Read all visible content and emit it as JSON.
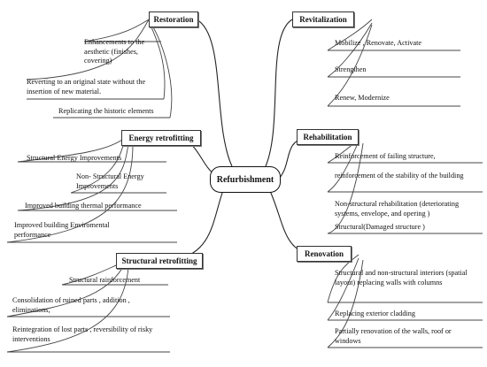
{
  "center": "Refurbishment",
  "categories": {
    "restoration": {
      "title": "Restoration",
      "items": [
        "Enhancements to the aesthetic (finishes, covering)",
        "Reverting to an original state without the insertion of new material.",
        "Replicating the historic elements"
      ]
    },
    "energy": {
      "title": "Energy retrofitting",
      "items": [
        "Structural Energy Improvements",
        "Non- Structural Energy Improvements",
        "Improved building thermal  performance",
        "Improved building Enviromental performance"
      ]
    },
    "structural": {
      "title": "Structural retrofitting",
      "items": [
        "Structural  rainforcement",
        "Consolidation of ruined parts , addition , eliminations,",
        "Reintegration of lost parts , reversibility of risky interventions"
      ]
    },
    "revitalization": {
      "title": "Revitalization",
      "items": [
        "Mobilize , Renovate, Activate",
        "Strengthen",
        "Renew,  Modernize"
      ]
    },
    "rehabilitation": {
      "title": "Rehabilitation",
      "items": [
        "Reinforcement of failing structure,",
        " reinforcement of the stability of the building",
        "Non-structural rehabilitation (deteriorating systems, envelope, and opering )",
        "Structural(Damaged structure )"
      ]
    },
    "renovation": {
      "title": "Renovation",
      "items": [
        "Structural and non-structural interiors (spatial layout)  replacing walls with columns",
        "Replacing exterior cladding",
        "Partially renovation of the walls, roof or windows"
      ]
    }
  }
}
